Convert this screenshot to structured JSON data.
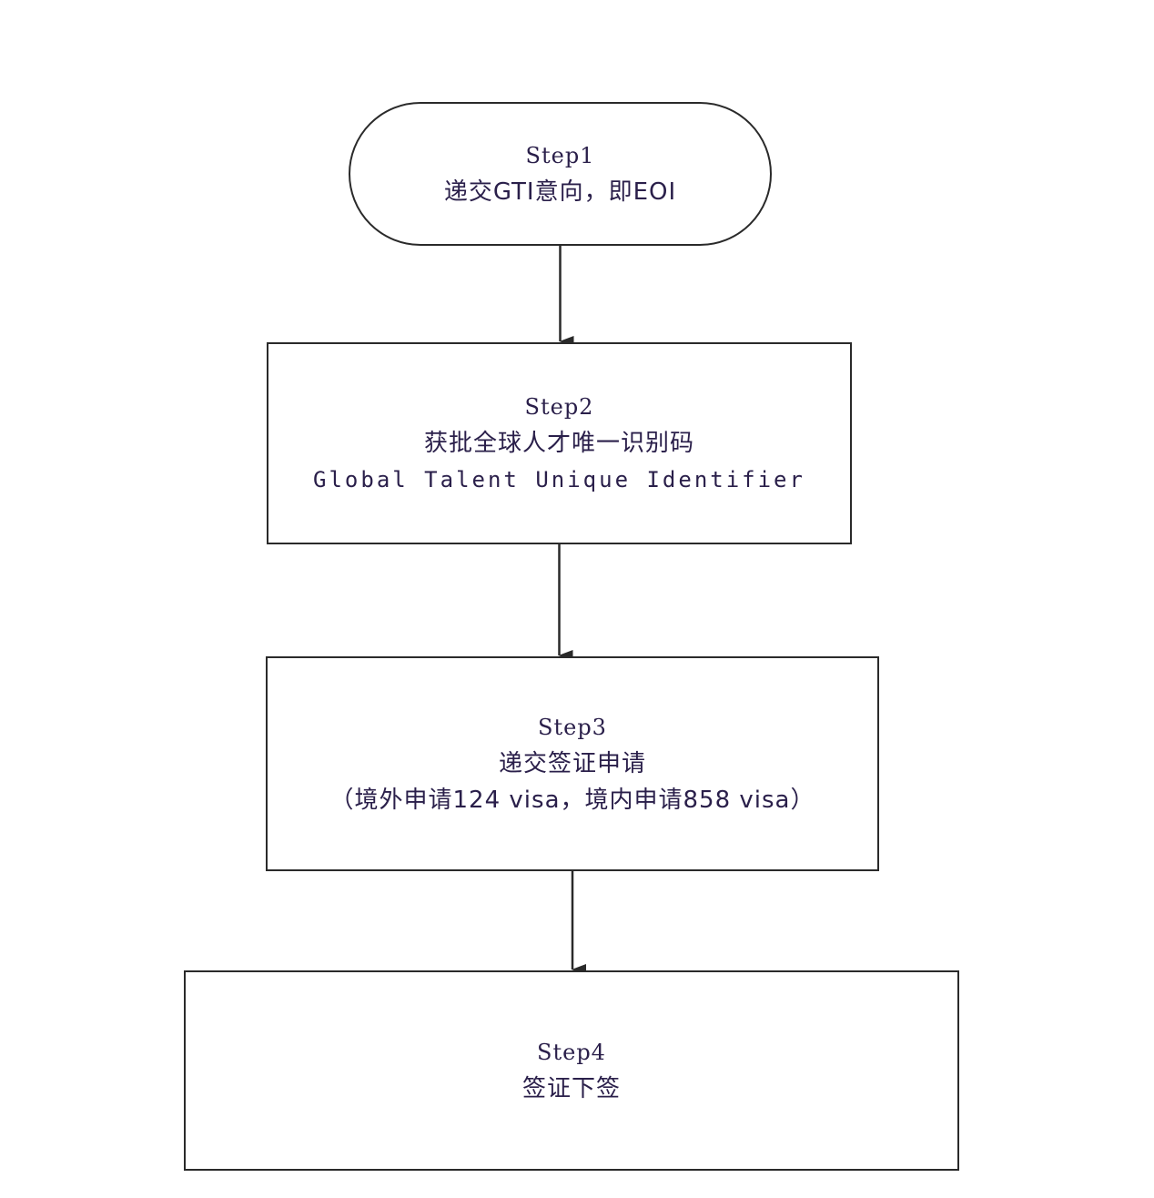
{
  "diagram": {
    "nodes": [
      {
        "id": "step1",
        "shape": "rounded",
        "lines": [
          "Step1",
          "递交GTI意向，即EOI"
        ]
      },
      {
        "id": "step2",
        "shape": "rect",
        "lines": [
          "Step2",
          "获批全球人才唯一识别码",
          "Global Talent Unique Identifier"
        ]
      },
      {
        "id": "step3",
        "shape": "rect",
        "lines": [
          "Step3",
          "递交签证申请",
          "（境外申请124 visa，境内申请858 visa）"
        ]
      },
      {
        "id": "step4",
        "shape": "rect",
        "lines": [
          "Step4",
          "签证下签"
        ]
      }
    ],
    "edges": [
      {
        "from": "step1",
        "to": "step2"
      },
      {
        "from": "step2",
        "to": "step3"
      },
      {
        "from": "step3",
        "to": "step4"
      }
    ],
    "colors": {
      "stroke": "#2a2a2a",
      "text": "#2a1f4a",
      "background": "#ffffff"
    }
  }
}
